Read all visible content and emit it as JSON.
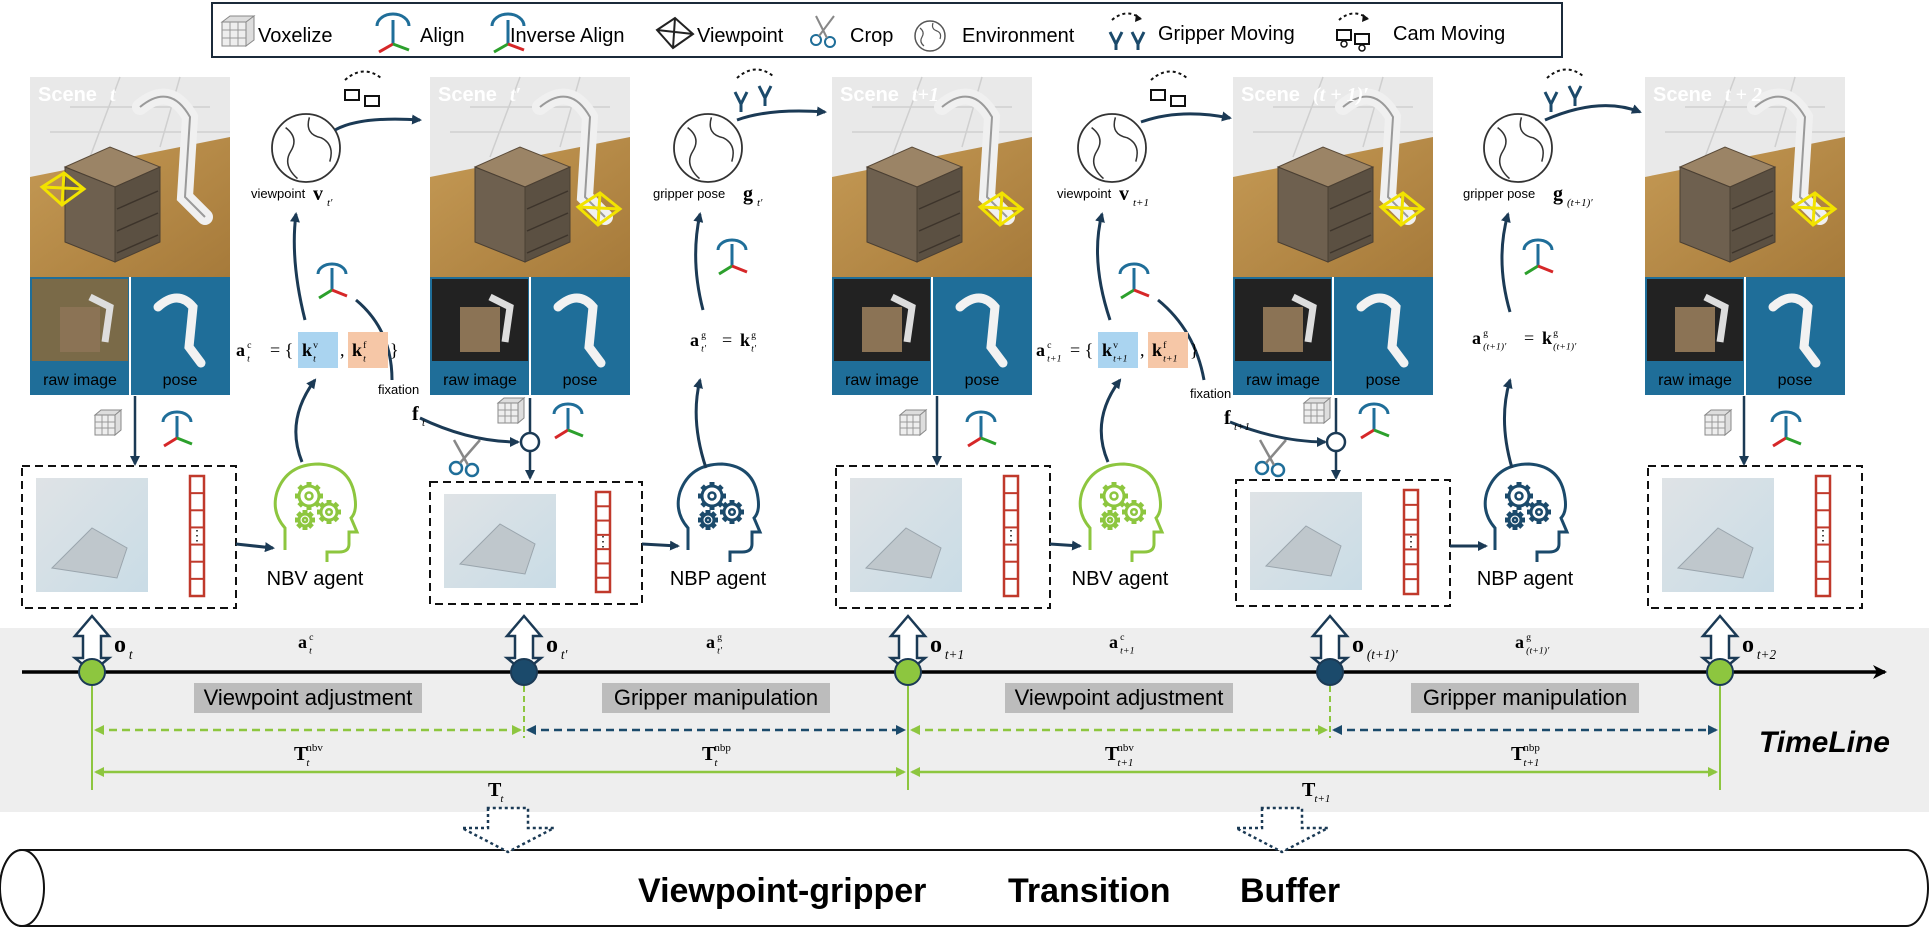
{
  "legend": {
    "voxelize": "Voxelize",
    "align": "Align",
    "inverse_align": "Inverse Align",
    "viewpoint": "Viewpoint",
    "crop": "Crop",
    "environment": "Environment",
    "gripper_moving": "Gripper Moving",
    "cam_moving": "Cam Moving"
  },
  "scenes": [
    {
      "label": "Scene",
      "sub": "t"
    },
    {
      "label": "Scene",
      "sub": "t′"
    },
    {
      "label": "Scene",
      "sub": "t+1"
    },
    {
      "label": "Scene",
      "sub": "(t + 1)′"
    },
    {
      "label": "Scene",
      "sub": "t + 2"
    }
  ],
  "tiles": {
    "raw": "raw image",
    "pose": "pose"
  },
  "env_labels": [
    {
      "text": "viewpoint",
      "math": "v",
      "sub": "t′"
    },
    {
      "text": "gripper pose",
      "math": "g",
      "sub": "t′"
    },
    {
      "text": "viewpoint",
      "math": "v",
      "sub": "t+1"
    },
    {
      "text": "gripper pose",
      "math": "g",
      "sub": "(t+1)′"
    }
  ],
  "actions": {
    "a_c_t": {
      "lhs": "a",
      "sup": "c",
      "sub": "t",
      "k1": "k",
      "k1_sup": "v",
      "k1_sub": "t",
      "k2": "k",
      "k2_sup": "f",
      "k2_sub": "t"
    },
    "a_g_t": {
      "lhs": "a",
      "sup": "g",
      "sub": "t′",
      "rhs": "k",
      "rhs_sup": "g",
      "rhs_sub": "t′"
    },
    "a_c_t1": {
      "lhs": "a",
      "sup": "c",
      "sub": "t+1",
      "k1": "k",
      "k1_sup": "v",
      "k1_sub": "t+1",
      "k2": "k",
      "k2_sup": "f",
      "k2_sub": "t+1"
    },
    "a_g_t1": {
      "lhs": "a",
      "sup": "g",
      "sub": "(t+1)′",
      "rhs": "k",
      "rhs_sup": "g",
      "rhs_sub": "(t+1)′"
    }
  },
  "fixation": [
    {
      "text": "fixation",
      "math": "f",
      "sub": "t"
    },
    {
      "text": "fixation",
      "math": "f",
      "sub": "t+1"
    }
  ],
  "agents": [
    "NBV agent",
    "NBP agent",
    "NBV agent",
    "NBP agent"
  ],
  "timeline": {
    "observations": [
      {
        "math": "o",
        "sub": "t"
      },
      {
        "math": "o",
        "sub": "t′"
      },
      {
        "math": "o",
        "sub": "t+1"
      },
      {
        "math": "o",
        "sub": "(t+1)′"
      },
      {
        "math": "o",
        "sub": "t+2"
      }
    ],
    "step_actions": [
      {
        "math": "a",
        "sup": "c",
        "sub": "t"
      },
      {
        "math": "a",
        "sup": "g",
        "sub": "t′"
      },
      {
        "math": "a",
        "sup": "c",
        "sub": "t+1"
      },
      {
        "math": "a",
        "sup": "g",
        "sub": "(t+1)′"
      }
    ],
    "phases": [
      "Viewpoint adjustment",
      "Gripper manipulation",
      "Viewpoint adjustment",
      "Gripper manipulation"
    ],
    "durations": [
      {
        "math": "T",
        "sup": "nbv",
        "sub": "t"
      },
      {
        "math": "T",
        "sup": "nbp",
        "sub": "t"
      },
      {
        "math": "T",
        "sup": "nbv",
        "sub": "t+1"
      },
      {
        "math": "T",
        "sup": "nbp",
        "sub": "t+1"
      }
    ],
    "totals": [
      {
        "math": "T",
        "sub": "t"
      },
      {
        "math": "T",
        "sub": "t+1"
      }
    ],
    "label": "TimeLine"
  },
  "buffer": {
    "w1": "Viewpoint-gripper",
    "w2": "Transition",
    "w3": "Buffer"
  },
  "colors": {
    "green": "#8dc63f",
    "navy": "#1b4a6b",
    "tile": "#1f6e99",
    "k_blue": "#aad4f0",
    "k_orange": "#f6c7a7",
    "band": "#eeeeee",
    "red": "#c0392b"
  }
}
